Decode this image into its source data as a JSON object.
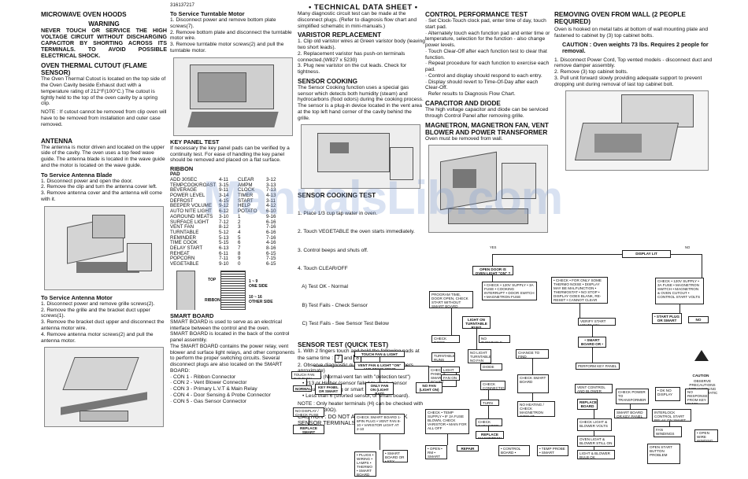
{
  "header": {
    "part_number": "316137217",
    "title": "• TECHNICAL DATA SHEET •",
    "watermark": "ManualsLib.com"
  },
  "col1": {
    "hoods_title": "MICROWAVE OVEN HOODS",
    "warning_title": "WARNING",
    "warning_text": "NEVER TOUCH OR SERVICE THE HIGH VOLTAGE CIRCUIT WITHOUT DISCHARGING CAPACITOR BY SHORTING ACROSS ITS TERMINALS. TO AVOID POSSIBLE ELECTRICAL SHOCK.",
    "cutout_title": "OVEN THERMAL CUTOUT (FLAME SENSOR)",
    "cutout_text": "The Oven Thermal Cutout is located on the top side of the Oven Cavity beside Exhaust duct with a temperature rating of 212°F(100°C.) The cutout is tightly held to the top of the oven cavity by a spring clip.",
    "cutout_note": "NOTE : If cutout cannot be removed from clip oven will have to be removed from installation and outer case removed.",
    "antenna_title": "ANTENNA",
    "antenna_text": "The antenna is motor driven and located on the upper side of the cavity. The oven uses a top feed wave guide. The antenna blade is located in the wave guide and the motor is located on the wave guide.",
    "blade_title": "To Service Antenna Blade",
    "blade_steps": [
      "1. Disconnect power and open the door.",
      "2. Remove the clip and turn the antenna cover left.",
      "3. Remove antenna cover and the antenna will come with it."
    ],
    "motor_title": "To Service Antenna Motor",
    "motor_steps": [
      "1. Disconnect power and remove grille screws(2).",
      "2. Remove the grille and the bracket duct upper screws(1).",
      "3. Remove the bracket duct upper and disconnect the antenna motor wire.",
      "4. Remove antenna motor screws(2) and pull the antenna motor."
    ]
  },
  "col2": {
    "turntable_title": "To Service Turntable Motor",
    "turntable_steps": [
      "1. Disconnect power and remove bottom plate screws(7).",
      "2. Remove bottom plate and disconnect the turntable motor wire.",
      "3. Remove turntable motor screws(2) and pull the turntable motor."
    ],
    "key_title": "KEY PANEL TEST",
    "key_text": "If necessary the key panel pads can be verified by a continuity test. For ease of handling the key panel should be removed and placed on a flat surface.",
    "ribbon_title": "RIBBON",
    "ribbon_rows": [
      [
        "PAD",
        "",
        "",
        ""
      ],
      [
        "ADD 30SEC",
        "4-11",
        "CLEAR",
        "3-12"
      ],
      [
        "TEMPCOOK/ROAST",
        "3-15",
        "AMPM",
        "3-13"
      ],
      [
        "BEVERAGE",
        "9-11",
        "CLOCK",
        "7-13"
      ],
      [
        "POWER LEVEL",
        "3-14",
        "TIMER",
        "4-13"
      ],
      [
        "DEFROST",
        "4-15",
        "START",
        "3-11"
      ],
      [
        "BEEPER VOLUME",
        "9-12",
        "HELP",
        "4-12"
      ],
      [
        "AUTO NITE LIGHT",
        "6-12",
        "POTATO",
        "6-10"
      ],
      [
        "AGROUND MEATS",
        "3-10",
        "1",
        "9-16"
      ],
      [
        "SURFACE LIGHT",
        "7-12",
        "2",
        "6-16"
      ],
      [
        "VENT FAN",
        "8-12",
        "3",
        "7-16"
      ],
      [
        "TURNTABLE",
        "5-12",
        "4",
        "6-16"
      ],
      [
        "REMINDER",
        "5-13",
        "5",
        "7-16"
      ],
      [
        "TIME COOK",
        "5-15",
        "6",
        "4-16"
      ],
      [
        "DELAY START",
        "6-13",
        "7",
        "8-16"
      ],
      [
        "REHEAT",
        "6-11",
        "8",
        "6-15"
      ],
      [
        "POPCORN",
        "7-11",
        "9",
        "7-15"
      ],
      [
        "VEGETABLE",
        "9-10",
        "0",
        "6-15"
      ]
    ],
    "diagram_top": "TOP",
    "diagram_one_side": "1 ~ 9\nONE SIDE",
    "diagram_ribbon": "RIBBON",
    "diagram_other_side": "10 ~ 16\nOTHER SIDE",
    "smart_title": "SMART BOARD",
    "smart_text1": "SMART BOARD is used to serve as an electrical interface between the control and the oven.",
    "smart_text2": "SMART BOARD is located in the back of the control panel assembly.",
    "smart_text3": "The SMART BOARD contains the power relay, vent blower and surface light relays, and other components to perform the proper switching circuits. Several disconnect plugs are also located on the SMART BOARD:",
    "con_list": [
      "· CON 1 - Ribbon Connector",
      "· CON 2 - Vent Blower Connector",
      "· CON 3 - Primary L.V.T & Main Relay",
      "· CON 4 - Door Sensing & Probe Connector",
      "· CON 5 - Gas Sensor Connector"
    ]
  },
  "col3": {
    "intro": "Many diagnostic circuit test can be made at the disconnect plugs. (Refer to diagnosis flow chart and simplified schematic in mini-manuals.)",
    "varistor_title": "VARISTOR REPLACEMENT",
    "varistor_steps": [
      "1. Clip old varistor wires at Green varistor body (leaving two short leads).",
      "2. Replacement varistor has push-on terminals connected.(W827 x 5230)",
      "3. Plug new varistor on the cut leads. Check for tightness."
    ],
    "cooking_title": "SENSOR COOKING",
    "cooking_text": "The Sensor Cooking function uses a special gas sensor which detects both humidity (steam) and hydrocarbons (food odors) during the cooking process. The sensor is a plug-in device located in the vent area at the top left hand corner of the cavity behind the grille.",
    "cooking_test_title": "SENSOR COOKING TEST",
    "cooking_test_steps": [
      "1. Place 1/3 cup tap water in oven.",
      "2. Touch VEGETABLE the oven starts immediately.",
      "3. Control beeps and shuts off.",
      "4. Touch CLEAR/OFF",
      "   A) Test OK - Normal",
      "   B) Test Fails - Check Sensor",
      "   C) Test Fails - See Sensor Test Below"
    ],
    "quick_title": "SENSOR TEST (QUICK TEST)",
    "quick_step1": "1. With 2 fingers touch and hold the following pads at the same time :",
    "quick_key1": "7",
    "quick_and": "and",
    "quick_key2": "8",
    "quick_step2": "2. Observe diagnostic number in display (numbers aproximate)",
    "quick_bullets": [
      "• 15-185 (Normal-vent fan with \"detection test\")",
      "• 213 or Higher (sensor failed to open, sensor unplugged, wiring or smart board)",
      "• Less than 6 (shorted sensor, or smart board)."
    ],
    "quick_note": "NOTE : Only heater terminals (H) can be checked with ohmmeter (30Ω).",
    "caution": "CAUTION : DO NOT ATTEMPT TO CHECK SENSOR TERMINALS (CAN DAMAGE SENSOR)."
  },
  "col4": {
    "cp_title": "CONTROL PERFORMANCE TEST",
    "cp_items": [
      "· Set Clock-Touch clock pad, enter time of day, touch start pad.",
      "· Alternately touch each function pad and enter time or temperature, selection for the function - also change power levels.",
      "· Touch Clear-Off after each function test to clear that function.",
      "· Repeat procedure for each function to exercise each pad.",
      "· Control and display should respond to each entry.",
      "· Display should revert to Time-Of-Day after each Clear-Off.",
      "  Refer results to Diagnosis Flow Chart."
    ],
    "cap_title": "CAPACITOR AND DIODE",
    "cap_text": "The high voltage capacitor and diode can be serviced through Control Panel after removing grille.",
    "mag_title": "MAGNETRON, MAGNETRON FAN, VENT BLOWER AND POWER TRANSFORMER",
    "mag_text": "Oven must be removed from wall."
  },
  "col5": {
    "remove_title": "REMOVING OVEN FROM WALL (2 PEOPLE REQUIRED)",
    "remove_text": "Oven is hooked on metal tabs at bottom of wall mounting plate and fastened to cabinet by (3) top cabinet bolts.",
    "caution": "CAUTION : Oven weights 73 lbs. Requires 2 people for removal.",
    "steps": [
      "1. Disconnect Power Cord, Top vented models - disconnect duct and remove damper assembly.",
      "2. Remove (3) top cabinet bolts.",
      "3. Pull unit forward slowly providing adequate support to prevent dropping unit during removal of last top cabinet bolt."
    ]
  },
  "flowchart": {
    "display_lit": "DISPLAY LIT",
    "open_door": "OPEN DOOR IS OVEN LIGHT \"ON\" ?",
    "touch_fan": "TOUCH FAN & LIGHT PADS",
    "vent_fan_on": "VENT FAN & LIGHT \"ON\" AND STAYS \"ON\"?",
    "touch_fan_pad": "TOUCH FAN PAD THEN \"OFF\"",
    "normal": "NORMAL",
    "key_panel": "KEY PANEL OR SMART BOARD",
    "only_fan": "ONLY FAN ON (LIGHT BAD)",
    "no_fan": "NO FAN (LIGHT ON)",
    "no_display": "NO DISPLAY / CHECK FUSE",
    "replace_smart": "REPLACE SMART BOARD",
    "check_board": "CHECK SMART BOARD 1-6PIN PLUG • VENT FAN 8-10 • VARISTOR LIGHT AT 2-10",
    "check_supply": "CHECK • TEMP SUPPLY • IF 2A FUSE BLOWN, CHECK VARISTOR • MAIN FOR ALL OFF",
    "repair": "REPAIR",
    "plugs": "• PLUGS • WIRING • LAMPS • THERMO • SMART BOARD",
    "smart_or_key": "• SMART BOARD OR • KEY PANEL",
    "open_rm": "• OPEN • RM • SMART BOARD",
    "light_on": "LIGHT ON",
    "fan_on": "FAN ON",
    "replace_board": "REPLACE BOARD",
    "program_time": "PROGRAM TIME, DOOR OPEN, CHECK START WITHOUT SMART BOARD",
    "check_door": "CHECK DOOR SWITCH",
    "light_turntable": "LIGHT ON TURNTABLE RUNS",
    "no_light": "NO LIGHT TURNTABLE NO FAN",
    "no_turn": "NO TURNTABLE OPERATION",
    "ckt_smart": "CHECK SMART BOARD",
    "heating": "NO HEATING / CHECK MAGNETRON CIRCUIT",
    "change_diode": "CHANGE TO FIND MAGNETRON",
    "bad_diode": "DIODE OPEN",
    "ok_diode": "CHECK CAPACITOR",
    "turn_on": "TURN ON",
    "check_power": "CHECK POWER TO TRANSFORMER",
    "replace_mag": "REPLACE MAGNETRON",
    "open_window": "• OPEN WIRE WINDING FAN",
    "start_plug": "• START PLUG OR SMART BOARD",
    "no_repair": "NO REPAIR",
    "caution_title": "CAUTION",
    "caution_text": "OBSERVE PRECAUTIONS FOR HANDLING ELECTROSTATIC SENSITIVE DEVICES",
    "vent_status": "VENT CONTROL AND BLOWER OPERATE",
    "check_connections": "CHECK CONNECTIONS",
    "ok_no_display": "• OK NO DISPLAY",
    "smart_fuse": "SMART BOARD OR KEY PANEL",
    "dead": "NO RESPONSE FROM KEY PANEL TEST",
    "control_smart": "• CONTROL BOARD • SMART BOARD",
    "temp_probe": "• TEMP PROBE • SMART BOARD",
    "check_light_volt": "CHECK LIGHT & BLOWER VOLTS",
    "light_blower": "OVEN LIGHT & BLOWER STILL ON",
    "bad_light": "LIGHT & BLOWER BULB OK",
    "interlock": "INTERLOCK CONTROL START RELAY ON SMART BOARD",
    "fan_windings": "FAN WINDINGS OK? FUSES",
    "open_start": "OPEN START BUTTON PROBLEM",
    "turntable_runs": "TURNTABLE RUNS",
    "check_key": "CHECK KEY PANEL & SMART BOARD",
    "check_list": "• CHECK • 120V SUPPLY • 3A FUSE • COOKING INTERRUPT • DOOR SWITCH • MAGNETRON FUSE",
    "check_list2": "• CHECK • FOR ONLY SOME THERMO NOISE • DISPLAY MAY BE MALFUNCTION • THERMOSTAT • NO STOP • DISPLAY GOES BLANK, RE-RESET • CANNOT CLEAR DISPLAY",
    "check_list3": "CHECK • 120V SUPPLY • 3A FUSE • MAGNETRON SWITCH • MAGNETRON & OVEN CUTOUT • CONTROL START VOLTS",
    "verify_volts": "VERIFY START VOLTS 12V",
    "smart_key": "• SMART BOARD OR • KEY PANEL",
    "perform_test": "PERFORM KEY PANEL TEST",
    "yes": "YES",
    "no": "NO"
  }
}
